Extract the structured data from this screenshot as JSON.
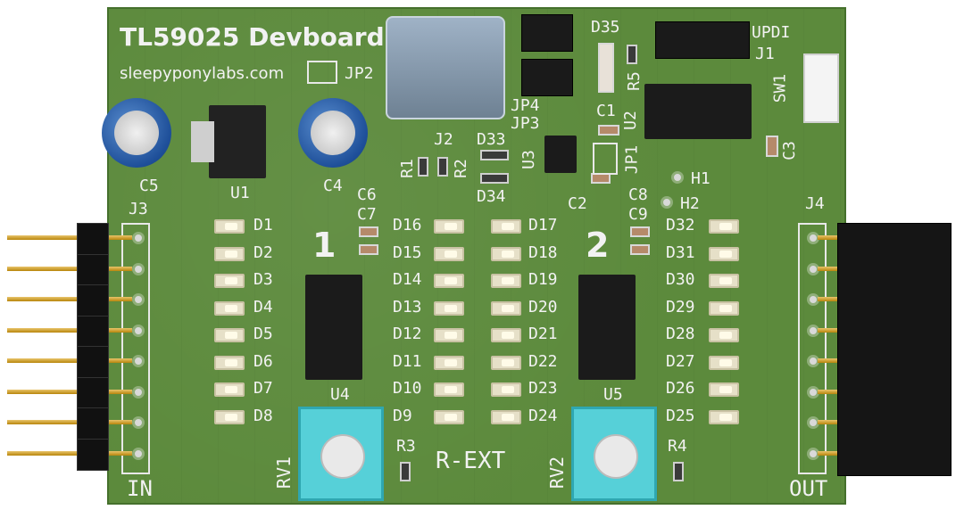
{
  "board": {
    "title": "TL59025 Devboard",
    "subtitle": "sleepyponylabs.com",
    "section_1": "1",
    "section_2": "2",
    "r_ext": "R-EXT",
    "in_label": "IN",
    "out_label": "OUT",
    "updi": "UPDI"
  },
  "refs": {
    "jp2": "JP2",
    "j2": "J2",
    "j1": "J1",
    "j3": "J3",
    "j4": "J4",
    "d35": "D35",
    "jp4": "JP4",
    "jp3": "JP3",
    "r5": "R5",
    "u2": "U2",
    "sw1": "SW1",
    "c1": "C1",
    "c2": "C2",
    "c3": "C3",
    "c4": "C4",
    "c5": "C5",
    "c6": "C6",
    "c7": "C7",
    "c8": "C8",
    "c9": "C9",
    "u1": "U1",
    "u3": "U3",
    "u4": "U4",
    "u5": "U5",
    "r1": "R1",
    "r2": "R2",
    "r3": "R3",
    "r4": "R4",
    "d33": "D33",
    "d34": "D34",
    "jp1": "JP1",
    "h1": "H1",
    "h2": "H2",
    "rv1": "RV1",
    "rv2": "RV2"
  },
  "leds": {
    "col1": [
      "D1",
      "D2",
      "D3",
      "D4",
      "D5",
      "D6",
      "D7",
      "D8"
    ],
    "col2": [
      "D16",
      "D15",
      "D14",
      "D13",
      "D12",
      "D11",
      "D10",
      "D9"
    ],
    "col3": [
      "D17",
      "D18",
      "D19",
      "D20",
      "D21",
      "D22",
      "D23",
      "D24"
    ],
    "col4": [
      "D32",
      "D31",
      "D30",
      "D29",
      "D28",
      "D27",
      "D26",
      "D25"
    ]
  },
  "colors": {
    "pcb": "#5c8a3c",
    "silkscreen": "#f2f2f2",
    "header": "#1a1a1a",
    "pot": "#56d0d8"
  }
}
